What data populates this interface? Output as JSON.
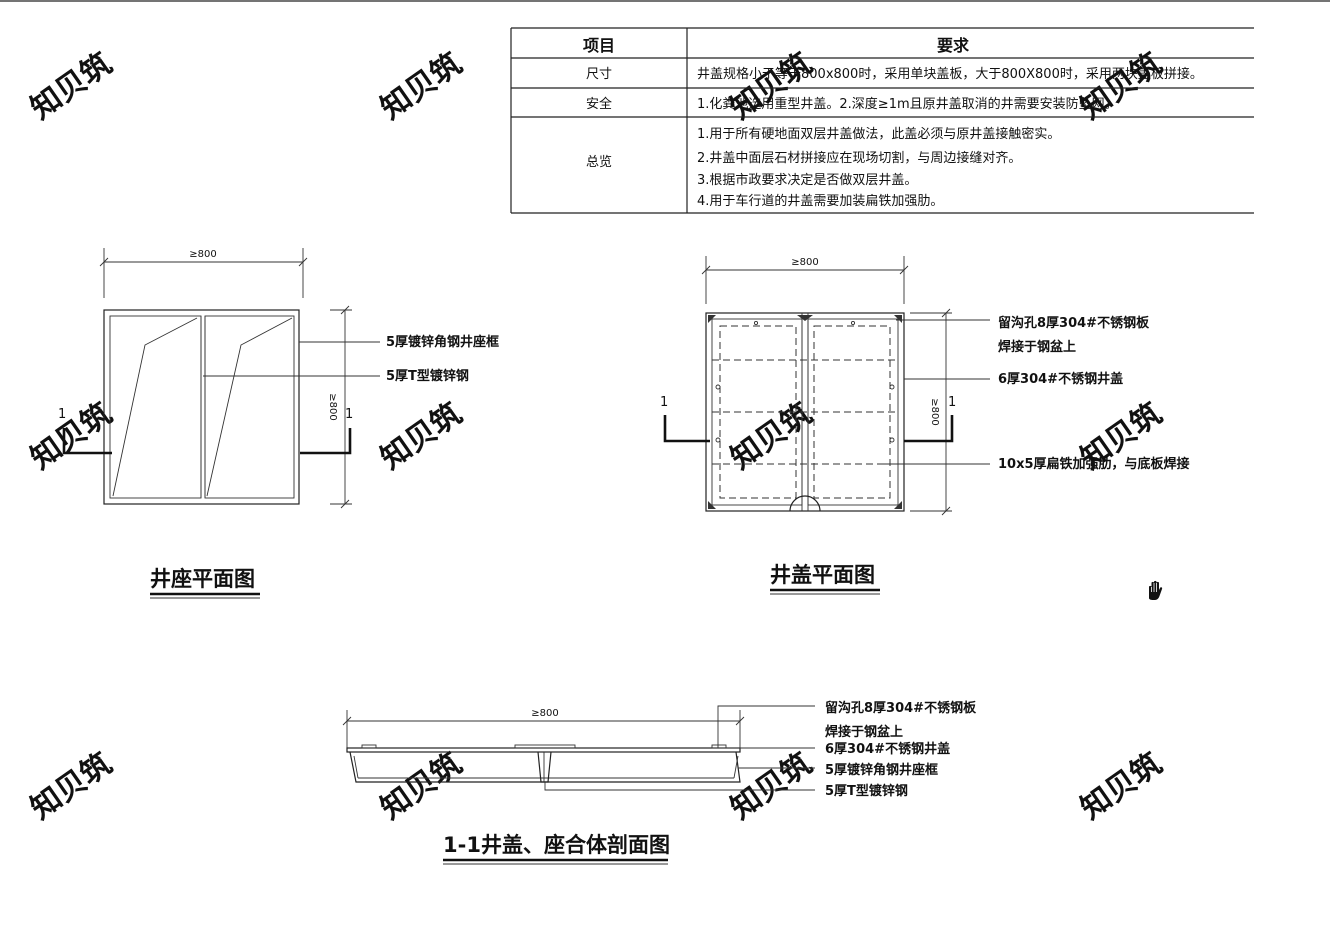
{
  "watermark": "知贝筑",
  "table": {
    "headers": [
      "项目",
      "要求"
    ],
    "rows": [
      {
        "item": "尺寸",
        "lines": [
          "井盖规格小于等于800x800时，采用单块盖板，大于800X800时，采用两块盖板拼接。"
        ]
      },
      {
        "item": "安全",
        "lines": [
          "1.化粪池选用重型井盖。2.深度≥1m且原井盖取消的井需要安装防坠网。"
        ]
      },
      {
        "item": "总览",
        "lines": [
          "1.用于所有硬地面双层井盖做法，此盖必须与原井盖接触密实。",
          "2.井盖中面层石材拼接应在现场切割，与周边接缝对齐。",
          "3.根据市政要求决定是否做双层井盖。",
          "4.用于车行道的井盖需要加装扁铁加强肋。"
        ]
      }
    ]
  },
  "seat_plan": {
    "title": "井座平面图",
    "dim_top": "≥800",
    "dim_side": "≥800",
    "section_mark": "1",
    "callouts": [
      "5厚镀锌角钢井座框",
      "5厚T型镀锌钢"
    ]
  },
  "cover_plan": {
    "title": "井盖平面图",
    "dim_top": "≥800",
    "dim_side": "≥800",
    "section_mark": "1",
    "callouts": [
      "留沟孔8厚304#不锈钢板",
      "焊接于钢盆上",
      "6厚304#不锈钢井盖",
      "10x5厚扁铁加强肋，与底板焊接"
    ]
  },
  "section": {
    "title": "1-1井盖、座合体剖面图",
    "dim_top": "≥800",
    "callouts": [
      "留沟孔8厚304#不锈钢板",
      "焊接于钢盆上",
      "6厚304#不锈钢井盖",
      "5厚镀锌角钢井座框",
      "5厚T型镀锌钢"
    ]
  },
  "cursor_icon": "hand-pointer-icon"
}
